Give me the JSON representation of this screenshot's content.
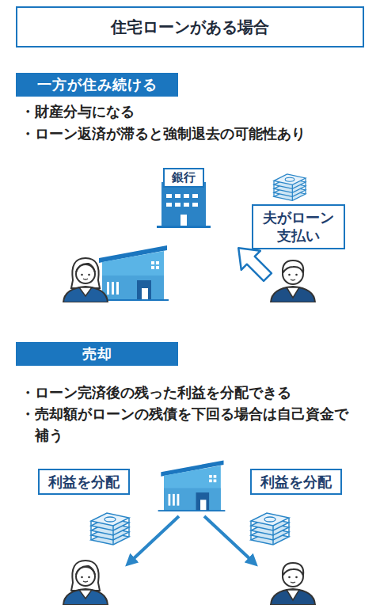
{
  "diagram": {
    "title": "住宅ローンがある場合",
    "nodes": [
      {
        "text": [
          "一方が住み続ける"
        ]
      },
      {
        "text": [
          "銀行"
        ]
      },
      {
        "text": [
          "夫がローン 支払い"
        ]
      },
      {
        "text": [
          "売却"
        ]
      },
      {
        "text": [
          "利益を分配"
        ]
      },
      {
        "text": [
          "利益を分配"
        ]
      }
    ],
    "labels": [
      "・財産分与になる",
      "・ローン返済が滞ると強制退去の可能性あり",
      "・ローン完済後の残った利益を分配できる",
      "・売却額がローンの残債を下回る場合は自己資金で補う"
    ]
  }
}
